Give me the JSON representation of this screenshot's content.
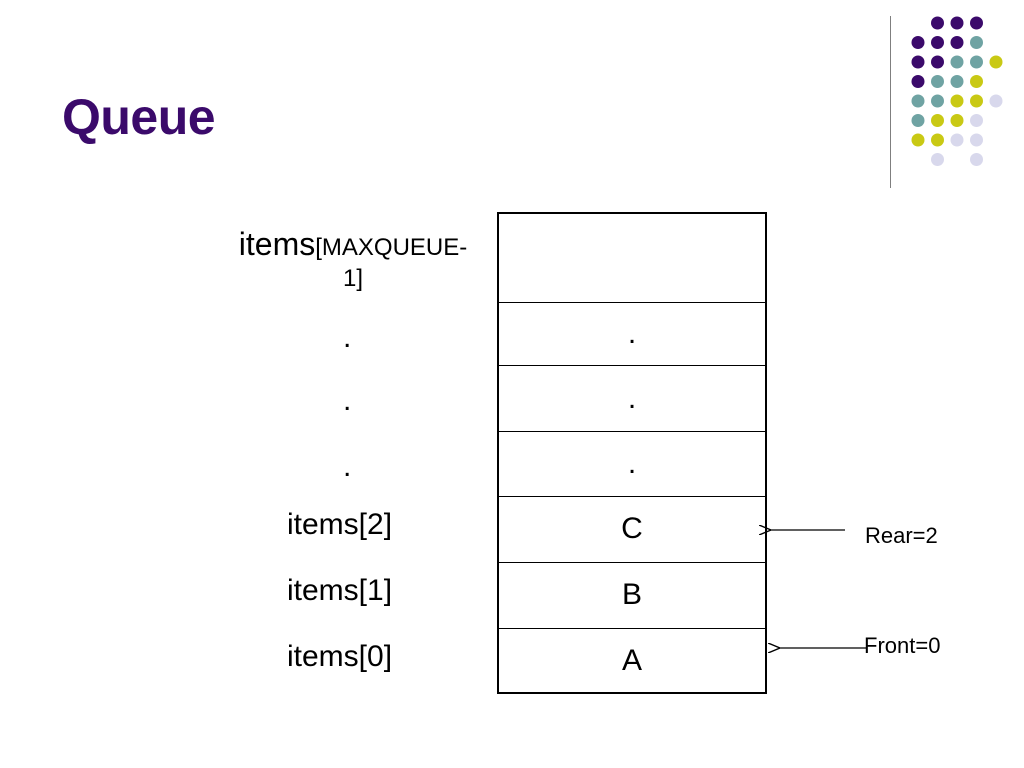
{
  "slide": {
    "title": "Queue"
  },
  "colors": {
    "title": "#3b0a6b",
    "dot_purple": "#3b0a6b",
    "dot_teal": "#6fa3a3",
    "dot_yellow": "#c9c914",
    "dot_lavender": "#d8d8ec"
  },
  "queue": {
    "top_label_main": "items",
    "top_label_sub_1": "[MAXQUEUE-",
    "top_label_sub_2": "1]",
    "top_cell_value": "",
    "ellipsis_labels": [
      ".",
      ".",
      "."
    ],
    "ellipsis_values": [
      ".",
      ".",
      "."
    ],
    "rows": [
      {
        "label": "items[2]",
        "value": "C"
      },
      {
        "label": "items[1]",
        "value": "B"
      },
      {
        "label": "items[0]",
        "value": "A"
      }
    ]
  },
  "pointers": {
    "rear": "Rear=2",
    "front": "Front=0"
  }
}
